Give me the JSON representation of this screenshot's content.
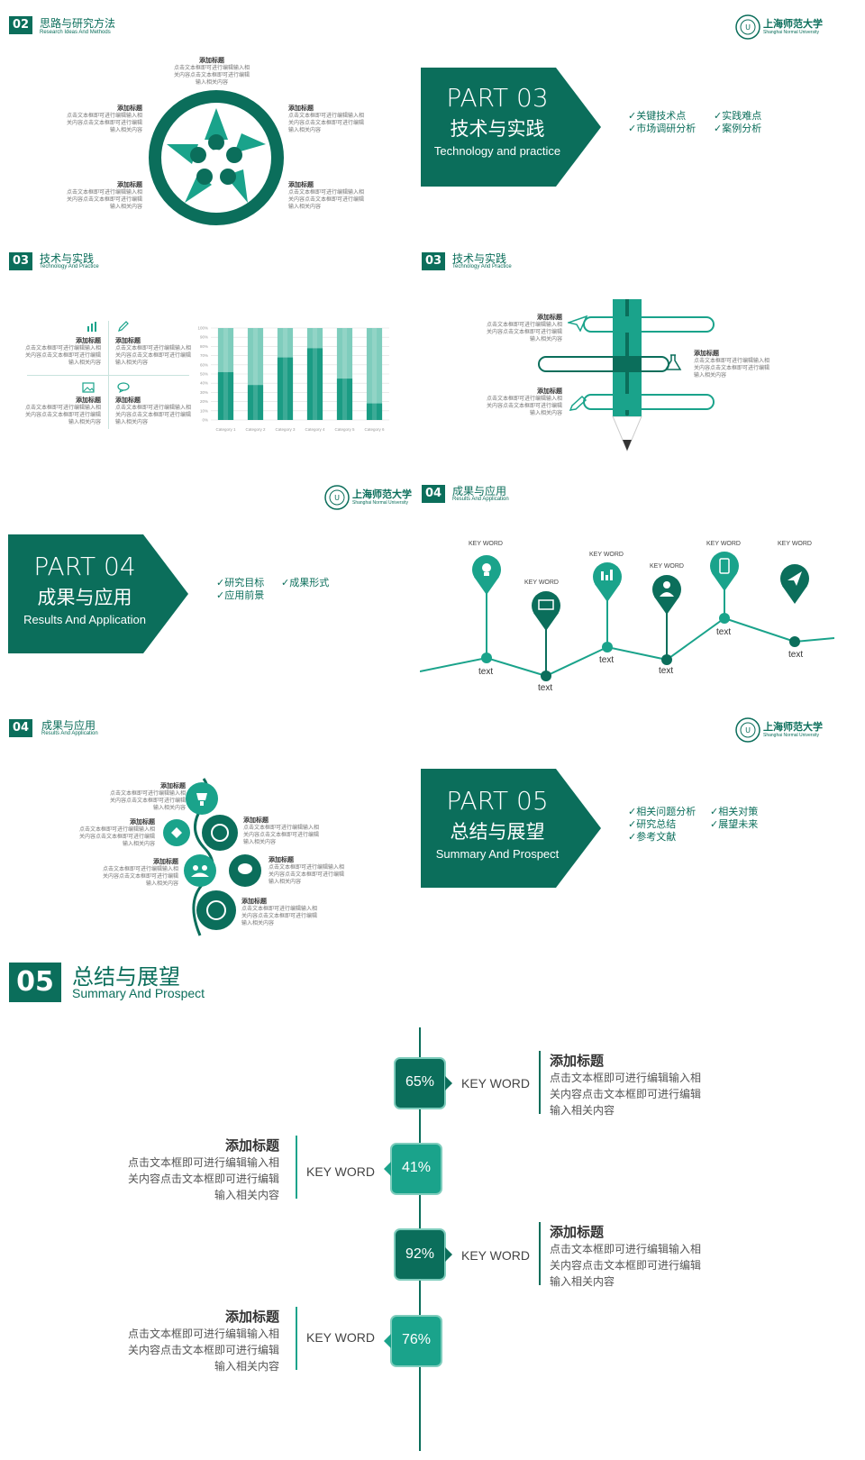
{
  "colors": {
    "primary": "#0b6e5b",
    "accent": "#1aa38b",
    "light": "#7fcdbd"
  },
  "logo": {
    "cn": "上海师范大学",
    "en": "Shanghai Normal University"
  },
  "slide1": {
    "num": "02",
    "title_cn": "思路与研究方法",
    "title_en": "Research Ideas And Methods",
    "blocks": [
      {
        "title": "添加标题",
        "l1": "点击文本框即可进行编辑输入相",
        "l2": "关内容点击文本框即可进行编辑",
        "l3": "输入相关内容"
      },
      {
        "title": "添加标题",
        "l1": "点击文本框即可进行编辑输入相",
        "l2": "关内容点击文本框即可进行编辑",
        "l3": "输入相关内容"
      },
      {
        "title": "添加标题",
        "l1": "点击文本框即可进行编辑输入相",
        "l2": "关内容点击文本框即可进行编辑",
        "l3": "输入相关内容"
      },
      {
        "title": "添加标题",
        "l1": "点击文本框即可进行编辑输入相",
        "l2": "关内容点击文本框即可进行编辑",
        "l3": "输入相关内容"
      },
      {
        "title": "添加标题",
        "l1": "点击文本框即可进行编辑输入相",
        "l2": "关内容点击文本框即可进行编辑",
        "l3": "输入相关内容"
      }
    ]
  },
  "part03": {
    "part": "PART 03",
    "cn": "技术与实践",
    "en": "Technology and practice",
    "checks": [
      "关键技术点",
      "实践难点",
      "市场调研分析",
      "案例分析"
    ]
  },
  "slide3": {
    "num": "03",
    "title_cn": "技术与实践",
    "title_en": "Technology And Practice",
    "blocks": [
      {
        "title": "添加标题",
        "l1": "点击文本框即可进行编辑输入相",
        "l2": "关内容点击文本框即可进行编辑",
        "l3": "输入相关内容"
      },
      {
        "title": "添加标题",
        "l1": "点击文本框即可进行编辑输入相",
        "l2": "关内容点击文本框即可进行编辑",
        "l3": "输入相关内容"
      },
      {
        "title": "添加标题",
        "l1": "点击文本框即可进行编辑输入相",
        "l2": "关内容点击文本框即可进行编辑",
        "l3": "输入相关内容"
      },
      {
        "title": "添加标题",
        "l1": "点击文本框即可进行编辑输入相",
        "l2": "关内容点击文本框即可进行编辑",
        "l3": "输入相关内容"
      }
    ]
  },
  "chart_data": {
    "type": "bar",
    "categories": [
      "Category 1",
      "Category 2",
      "Category 3",
      "Category 4",
      "Category 5",
      "Category 6"
    ],
    "series": [
      {
        "values": [
          52,
          38,
          68,
          78,
          45,
          18
        ]
      }
    ],
    "yticks": [
      "0%",
      "10%",
      "20%",
      "30%",
      "40%",
      "50%",
      "60%",
      "70%",
      "80%",
      "90%",
      "100%"
    ],
    "ylim": [
      0,
      100
    ],
    "title": "",
    "xlabel": "",
    "ylabel": ""
  },
  "slide4": {
    "num": "03",
    "title_cn": "技术与实践",
    "title_en": "Technology And Practice",
    "blocks": [
      {
        "title": "添加标题",
        "l1": "点击文本框即可进行编辑输入相",
        "l2": "关内容点击文本框即可进行编辑",
        "l3": "输入相关内容"
      },
      {
        "title": "添加标题",
        "l1": "点击文本框即可进行编辑输入相",
        "l2": "关内容点击文本框即可进行编辑",
        "l3": "输入相关内容"
      },
      {
        "title": "添加标题",
        "l1": "点击文本框即可进行编辑输入相",
        "l2": "关内容点击文本框即可进行编辑",
        "l3": "输入相关内容"
      }
    ]
  },
  "part04": {
    "part": "PART 04",
    "cn": "成果与应用",
    "en": "Results And Application",
    "checks": [
      "研究目标",
      "成果形式",
      "应用前景"
    ]
  },
  "slide6": {
    "num": "04",
    "title_cn": "成果与应用",
    "title_en": "Results And Application",
    "keywords": [
      "KEY WORD",
      "KEY WORD",
      "KEY WORD",
      "KEY WORD",
      "KEY WORD",
      "KEY WORD"
    ],
    "texts": [
      "text",
      "text",
      "text",
      "text",
      "text",
      "text"
    ]
  },
  "slide7": {
    "num": "04",
    "title_cn": "成果与应用",
    "title_en": "Results And Application",
    "blocks": [
      {
        "title": "添加标题",
        "l1": "点击文本框即可进行编辑输入相",
        "l2": "关内容点击文本框即可进行编辑",
        "l3": "输入相关内容"
      },
      {
        "title": "添加标题",
        "l1": "点击文本框即可进行编辑输入相",
        "l2": "关内容点击文本框即可进行编辑",
        "l3": "输入相关内容"
      },
      {
        "title": "添加标题",
        "l1": "点击文本框即可进行编辑输入相",
        "l2": "关内容点击文本框即可进行编辑",
        "l3": "输入相关内容"
      },
      {
        "title": "添加标题",
        "l1": "点击文本框即可进行编辑输入相",
        "l2": "关内容点击文本框即可进行编辑",
        "l3": "输入相关内容"
      },
      {
        "title": "添加标题",
        "l1": "点击文本框即可进行编辑输入相",
        "l2": "关内容点击文本框即可进行编辑",
        "l3": "输入相关内容"
      },
      {
        "title": "添加标题",
        "l1": "点击文本框即可进行编辑输入相",
        "l2": "关内容点击文本框即可进行编辑",
        "l3": "输入相关内容"
      }
    ]
  },
  "part05": {
    "part": "PART 05",
    "cn": "总结与展望",
    "en": "Summary And Prospect",
    "checks": [
      "相关问题分析",
      "相关对策",
      "研究总结",
      "展望未来",
      "参考文献"
    ]
  },
  "slide9": {
    "num": "05",
    "title_cn": "总结与展望",
    "title_en": "Summary And Prospect",
    "rows": [
      {
        "pct": "65%",
        "keyword": "KEY WORD",
        "title": "添加标题",
        "l1": "点击文本框即可进行编辑输入相",
        "l2": "关内容点击文本框即可进行编辑",
        "l3": "输入相关内容"
      },
      {
        "pct": "41%",
        "keyword": "KEY WORD",
        "title": "添加标题",
        "l1": "点击文本框即可进行编辑输入相",
        "l2": "关内容点击文本框即可进行编辑",
        "l3": "输入相关内容"
      },
      {
        "pct": "92%",
        "keyword": "KEY WORD",
        "title": "添加标题",
        "l1": "点击文本框即可进行编辑输入相",
        "l2": "关内容点击文本框即可进行编辑",
        "l3": "输入相关内容"
      },
      {
        "pct": "76%",
        "keyword": "KEY WORD",
        "title": "添加标题",
        "l1": "点击文本框即可进行编辑输入相",
        "l2": "关内容点击文本框即可进行编辑",
        "l3": "输入相关内容"
      }
    ]
  }
}
